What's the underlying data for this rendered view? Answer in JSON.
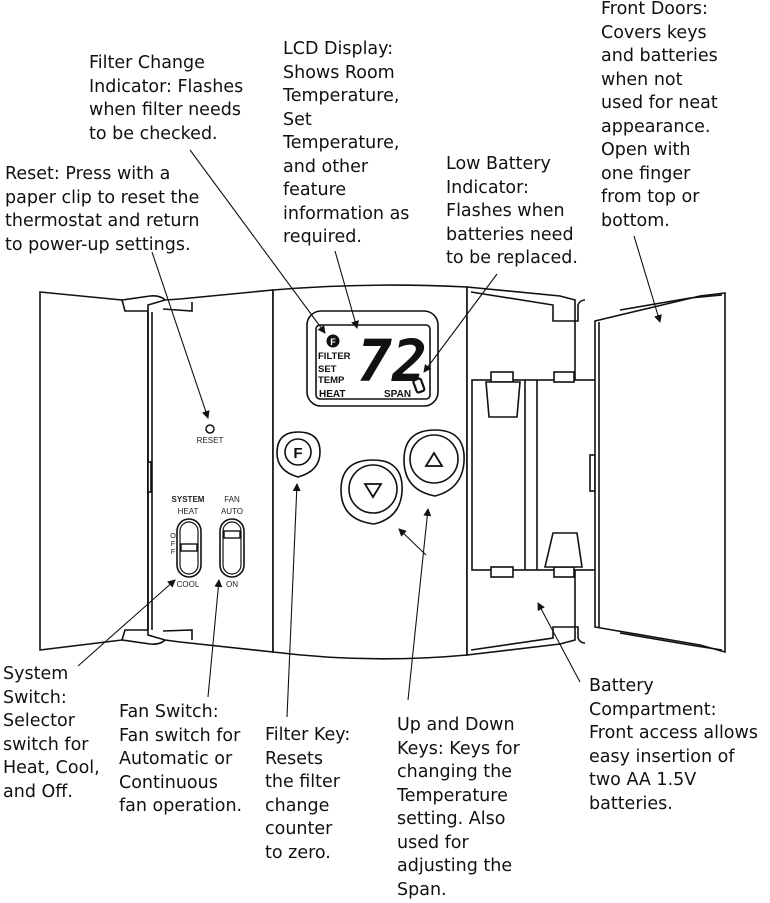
{
  "callouts": {
    "front_doors": "Front Doors:\nCovers keys\nand batteries\nwhen not\nused for neat\nappearance.\nOpen with\none finger\nfrom top or\nbottom.",
    "filter_change": "Filter Change\nIndicator: Flashes\nwhen filter needs\nto be checked.",
    "lcd_display": "LCD Display:\nShows Room\nTemperature,\nSet\nTemperature,\nand other\nfeature\ninformation as\nrequired.",
    "reset": "Reset: Press with a\npaper clip to reset the\nthermostat and return\nto power-up settings.",
    "low_battery": "Low Battery\nIndicator:\nFlashes when\nbatteries need\nto be replaced.",
    "system_switch": "System\nSwitch:\nSelector\nswitch for\nHeat, Cool,\nand Off.",
    "fan_switch": "Fan Switch:\nFan switch for\nAutomatic or\nContinuous\nfan operation.",
    "filter_key": "Filter Key:\nResets\nthe filter\nchange\ncounter\nto zero.",
    "up_down_keys": "Up and Down\nKeys: Keys for\nchanging the\nTemperature\nsetting. Also\nused for\nadjusting the\nSpan.",
    "battery_compartment": "Battery\nCompartment:\nFront access allows\neasy insertion of\ntwo AA 1.5V\nbatteries."
  },
  "device": {
    "lcd": {
      "temperature": "72",
      "filter_icon": "F",
      "filter_label": "FILTER",
      "set_label": "SET",
      "temp_label": "TEMP",
      "mode_label": "HEAT",
      "span_label": "SPAN"
    },
    "reset_label": "RESET",
    "system_switch": {
      "title": "SYSTEM",
      "top": "HEAT",
      "middle": "OFF",
      "bottom": "COOL",
      "position": "OFF"
    },
    "fan_switch": {
      "title": "FAN",
      "top": "AUTO",
      "bottom": "ON",
      "position": "AUTO"
    },
    "filter_key_label": "F"
  }
}
